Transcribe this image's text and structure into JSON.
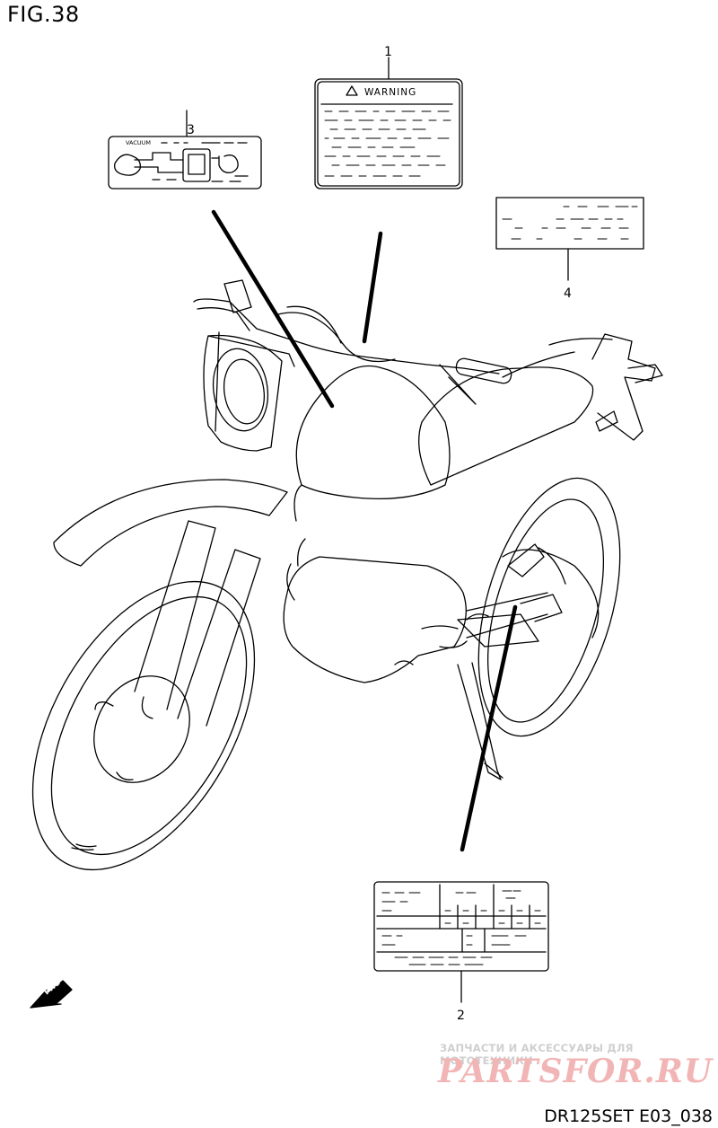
{
  "figure": {
    "title": "FIG.38",
    "code": "DR125SET E03_038"
  },
  "labels": {
    "warning_label": {
      "number": "1",
      "heading": "WARNING"
    },
    "info_plate": {
      "number": "2"
    },
    "vacuum_label": {
      "number": "3",
      "heading": "VACUUM"
    },
    "plain_label": {
      "number": "4"
    }
  },
  "fwd_marker": {
    "text": "FWD"
  },
  "watermark": {
    "tagline": "ЗАПЧАСТИ И АКСЕССУАРЫ ДЛЯ МОТОТЕХНИКИ",
    "logo": "PARTSFOR.RU"
  }
}
